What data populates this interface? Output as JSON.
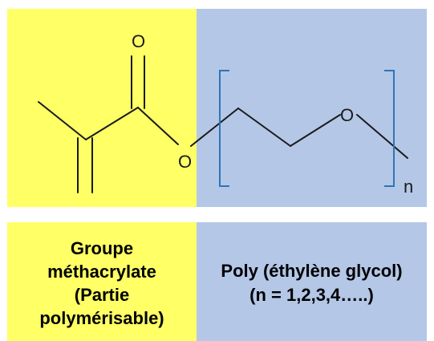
{
  "colors": {
    "methacrylate_panel": "#ffff66",
    "peg_panel": "#b4c7e7",
    "bond": "#1a1a1a",
    "bracket": "#2e75b6"
  },
  "structure": {
    "carbonyl_oxygen": "O",
    "ester_oxygen": "O",
    "ether_oxygen": "O",
    "repeat_subscript": "n"
  },
  "labels": {
    "methacrylate": [
      "Groupe",
      "méthacrylate",
      "(Partie",
      "polymérisable)"
    ],
    "peg": [
      "Poly (éthylène glycol)",
      "(n = 1,2,3,4…..)"
    ]
  }
}
